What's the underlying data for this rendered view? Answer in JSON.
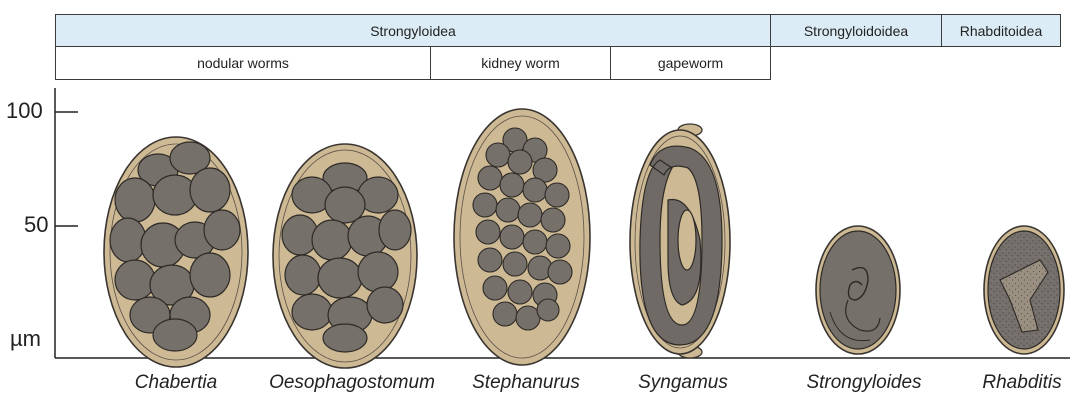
{
  "header": {
    "superfamilies": [
      {
        "label": "Strongyloidea"
      },
      {
        "label": "Strongyloidoidea"
      },
      {
        "label": "Rhabditoidea"
      }
    ],
    "groups": [
      {
        "label": "nodular worms"
      },
      {
        "label": "kidney worm"
      },
      {
        "label": "gapeworm"
      }
    ]
  },
  "axis": {
    "ticks": [
      "100",
      "50"
    ],
    "unit": "µm"
  },
  "genera": [
    {
      "label": "Chabertia"
    },
    {
      "label": "Oesophagostomum"
    },
    {
      "label": "Stephanurus"
    },
    {
      "label": "Syngamus"
    },
    {
      "label": "Strongyloides"
    },
    {
      "label": "Rhabditis"
    }
  ],
  "colors": {
    "header_fill": "#dcecf6",
    "shell": "#cdb993",
    "shell_outline": "#3a3530",
    "cells": "#76706a",
    "larva": "#6f6a65"
  }
}
